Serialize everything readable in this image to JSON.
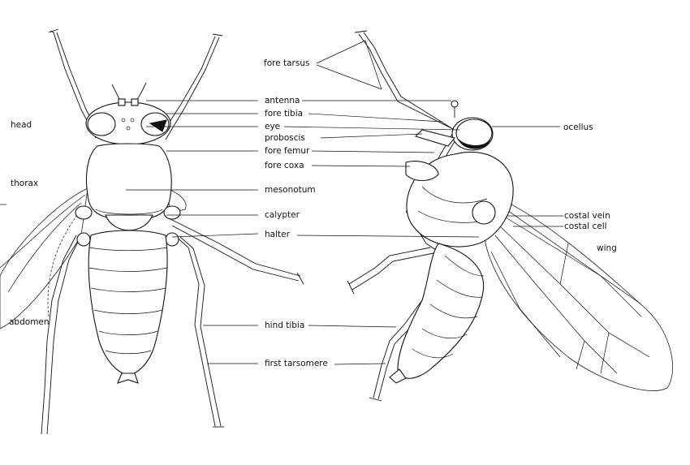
{
  "labels": {
    "head": "head",
    "thorax": "thorax",
    "abdomen": "abdomen",
    "fore_tarsus": "fore  tarsus",
    "antenna": "antenna",
    "fore_tibia": "fore  tibia",
    "eye": "eye",
    "proboscis": "proboscis",
    "fore_femur": "fore  femur",
    "fore_coxa": "fore  coxa",
    "mesonotum": "mesonotum",
    "calypter": "calypter",
    "halter": "halter",
    "hind_tibia": "hind  tibia",
    "first_tarsomere": "first  tarsomere",
    "ocellus": "ocellus",
    "costal_vein": "costal  vein",
    "costal_cell": "costal  cell",
    "wing": "wing"
  }
}
